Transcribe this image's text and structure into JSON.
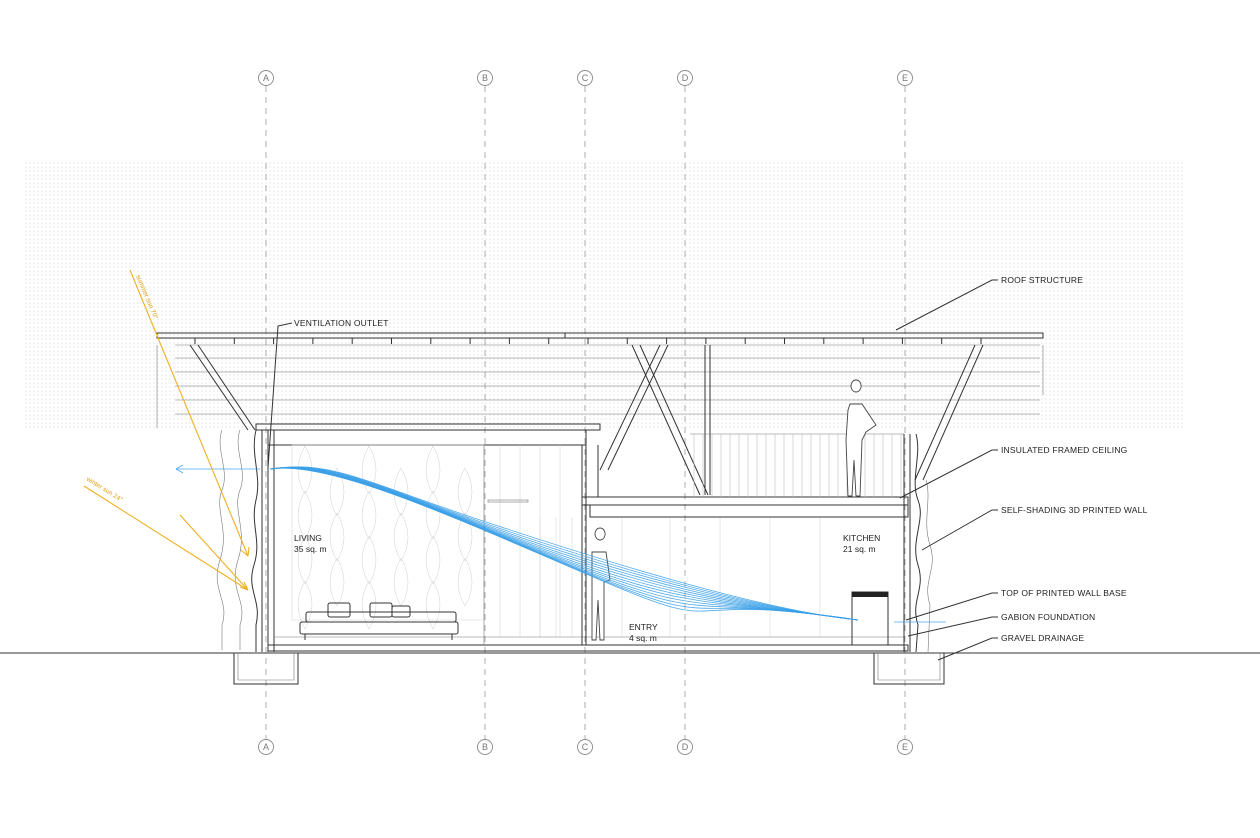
{
  "grid": {
    "labels": [
      "A",
      "B",
      "C",
      "D",
      "E"
    ]
  },
  "annotations": {
    "roof_structure": "ROOF STRUCTURE",
    "ventilation_outlet": "VENTILATION OUTLET",
    "insulated_ceiling": "INSULATED FRAMED CEILING",
    "printed_wall": "SELF-SHADING 3D PRINTED WALL",
    "wall_base": "TOP OF PRINTED WALL BASE",
    "gabion": "GABION FOUNDATION",
    "gravel": "GRAVEL DRAINAGE"
  },
  "rooms": {
    "living_name": "LIVING",
    "living_area": "35 sq. m",
    "entry_name": "ENTRY",
    "entry_area": "4 sq. m",
    "kitchen_name": "KITCHEN",
    "kitchen_area": "21 sq. m"
  },
  "sun": {
    "summer": "summer sun 70°",
    "winter": "winter sun 24°"
  },
  "colors": {
    "sun_path": "#f0b020",
    "airflow": "#3aa0e8",
    "linework": "#333333"
  }
}
